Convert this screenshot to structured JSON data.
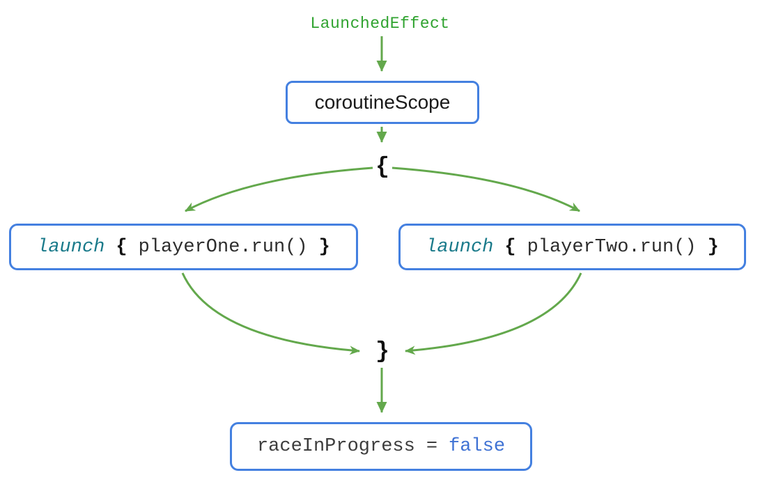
{
  "diagram": {
    "source_label": "LaunchedEffect",
    "scope_node": {
      "label": "coroutineScope"
    },
    "open_brace": "{",
    "close_brace": "}",
    "left_node": {
      "keyword": "launch",
      "open_brace": "{",
      "code": "playerOne.run()",
      "close_brace": "}"
    },
    "right_node": {
      "keyword": "launch",
      "open_brace": "{",
      "code": "playerTwo.run()",
      "close_brace": "}"
    },
    "result_node": {
      "variable": "raceInProgress",
      "operator": "=",
      "value": "false"
    }
  },
  "colors": {
    "arrow_green": "#63a84c",
    "label_green": "#30a330",
    "box_border_blue": "#4480e0",
    "keyword_teal": "#1a7a8a",
    "value_blue": "#3f72d4",
    "code_text": "#2d2d2d",
    "result_text": "#3d3d3d",
    "brace_black": "#111111",
    "scope_text": "#1a1a1a",
    "background": "#ffffff"
  }
}
